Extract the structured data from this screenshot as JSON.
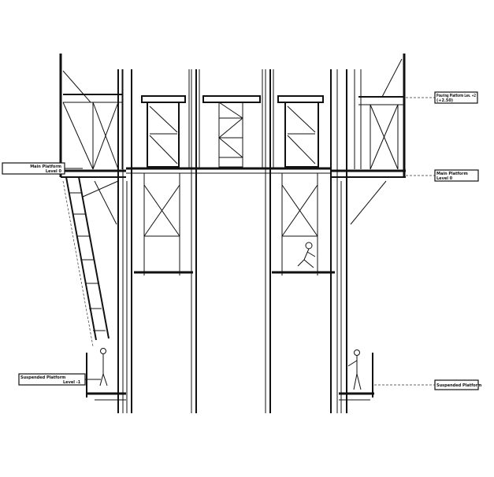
{
  "labels": {
    "main_left": [
      "Main Platform",
      "Level 0"
    ],
    "pouring_right": [
      "Pouring Platform Lev. +2",
      "(+2.50)"
    ],
    "main_right": [
      "Main Platform",
      "Level 0"
    ],
    "suspended_left": [
      "Suspended Platform",
      "Level -1"
    ],
    "suspended_right": [
      "Suspended Platform"
    ]
  }
}
